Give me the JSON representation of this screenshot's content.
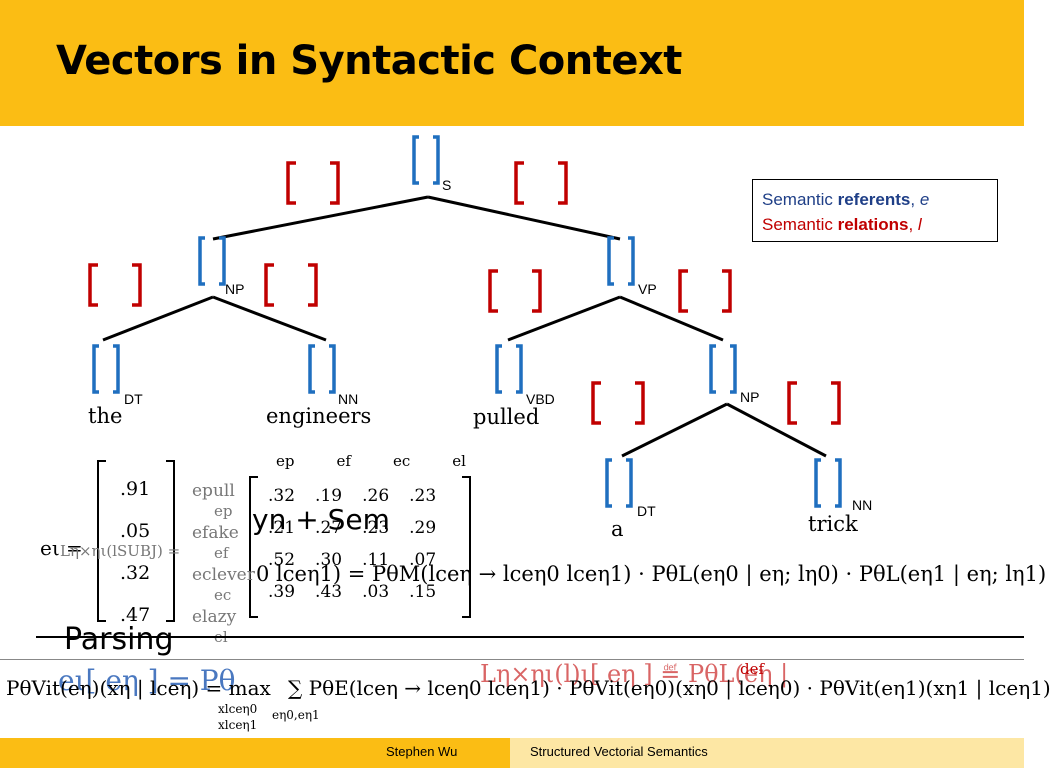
{
  "title": "Vectors in Syntactic Context",
  "tree": {
    "node_labels": {
      "s": "S",
      "np1": "NP",
      "vp": "VP",
      "dt1": "DT",
      "nn1": "NN",
      "vbd": "VBD",
      "np2": "NP",
      "dt2": "DT",
      "nn2": "NN"
    },
    "words": {
      "the": "the",
      "engineers": "engineers",
      "pulled": "pulled",
      "a": "a",
      "trick": "trick"
    }
  },
  "legend": {
    "line1_prefix": "Semantic ",
    "line1_bold": "referents",
    "line1_suffix": ", ",
    "line1_var": "e",
    "line2_prefix": "Semantic ",
    "line2_bold": "relations",
    "line2_suffix": ", ",
    "line2_var": "l"
  },
  "matrix": {
    "left_column": [
      ".91",
      ".05",
      ".32",
      ".47"
    ],
    "row_labels": [
      "epull",
      "efake",
      "eclever",
      "elazy"
    ],
    "overlay_row_labels": [
      "ep",
      "ef",
      "ec",
      "el"
    ],
    "col_headers": [
      "ep",
      "ef",
      "ec",
      "el"
    ],
    "rows": [
      [
        ".32",
        ".19",
        ".26",
        ".23"
      ],
      [
        ".21",
        ".27",
        ".23",
        ".29"
      ],
      [
        ".52",
        ".30",
        ".11",
        ".07"
      ],
      [
        ".39",
        ".43",
        ".03",
        ".15"
      ]
    ],
    "lhs_prefix": "eι =",
    "lhs_faint": "Lη×ηι(lSUBJ) ="
  },
  "overlay_text": {
    "syn_sem": "yn + Sem",
    "parsing": "Parsing"
  },
  "equation1": "0 lceη1) = PθM(lceη → lceη0 lceη1) · PθL(eη0 | eη; lη0) · PθL(eη1 | eη; lη1)",
  "equation2": {
    "part_a": "PθVit(eη)(xη | lceη) = max",
    "part_b": "∑ PθE(lceη → lceη0 lceη1) · PθVit(eη0)(xη0 | lceη0) · PθVit(eη1)(xη1 | lceη1)",
    "faint_a": "eι[ eη ] = Pθ",
    "faint_b": "Lη×ηι(l)ι[ eη ] ≝ PθL(eη |",
    "sub_label": "xlceη0",
    "sub_label2": "xlceη1",
    "sub_under": "eη0,eη1",
    "def_label": "def"
  },
  "footer": {
    "author": "Stephen Wu",
    "talk_title": "Structured Vectorial Semantics"
  },
  "colors": {
    "title_band": "#fbbd14",
    "footer_right": "#fde7a4",
    "blue_bracket": "#1f6fbf",
    "red_bracket": "#c00000"
  }
}
